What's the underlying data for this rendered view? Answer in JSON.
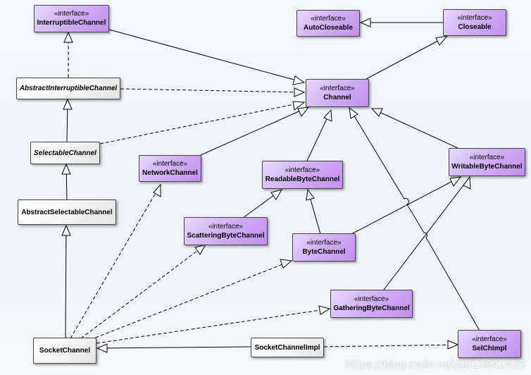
{
  "stereotype": "«interface»",
  "nodes": {
    "interruptible": {
      "name": "InterruptibleChannel"
    },
    "autocloseable": {
      "name": "AutoCloseable"
    },
    "closeable": {
      "name": "Closeable"
    },
    "abstractinterruptible": {
      "name": "AbstractInterruptibleChannel"
    },
    "channel": {
      "name": "Channel"
    },
    "selectable": {
      "name": "SelectableChannel"
    },
    "network": {
      "name": "NetworkChannel"
    },
    "readable": {
      "name": "ReadableByteChannel"
    },
    "writable": {
      "name": "WritableByteChannel"
    },
    "abstractselectable": {
      "name": "AbstractSelectableChannel"
    },
    "scattering": {
      "name": "ScatteringByteChannel"
    },
    "bytechannel": {
      "name": "ByteChannel"
    },
    "gathering": {
      "name": "GatheringByteChannel"
    },
    "socketchannel": {
      "name": "SocketChannel"
    },
    "socketchannelimpl": {
      "name": "SocketChannelImpl"
    },
    "selchimpl": {
      "name": "SelChImpl"
    }
  },
  "watermark": "https://blog.csdn.net/u010642435"
}
